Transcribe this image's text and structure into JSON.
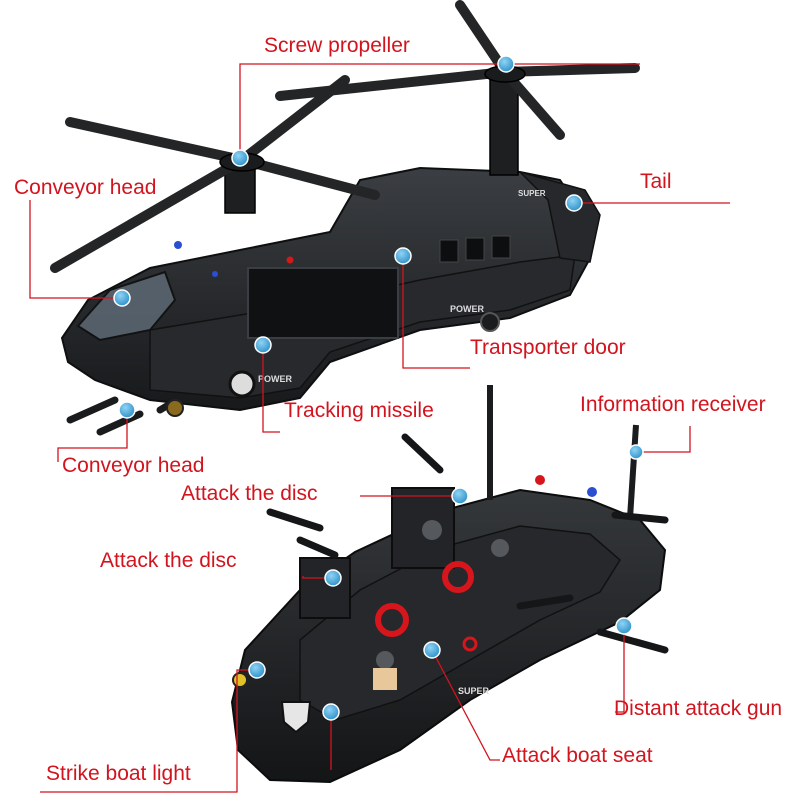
{
  "labels": {
    "screw_propeller": "Screw propeller",
    "conveyor_head_top": "Conveyor head",
    "tail": "Tail",
    "transporter_door": "Transporter door",
    "tracking_missile": "Tracking missile",
    "conveyor_head_bottom": "Conveyor head",
    "information_receiver": "Information receiver",
    "attack_disc_1": "Attack the disc",
    "attack_disc_2": "Attack the disc",
    "distant_attack_gun": "Distant attack gun",
    "attack_boat_seat": "Attack boat seat",
    "strike_boat_light": "Strike boat light"
  },
  "decals": {
    "heli_super": "SUPER",
    "heli_power_rear": "POWER",
    "heli_power_front": "POWER",
    "boat_super": "SUPER"
  },
  "colors": {
    "label": "#d2141e",
    "callout_line": "#d2141e",
    "dot": "#3aa6dd",
    "body": "#1e2022",
    "body_light": "#34373a"
  }
}
